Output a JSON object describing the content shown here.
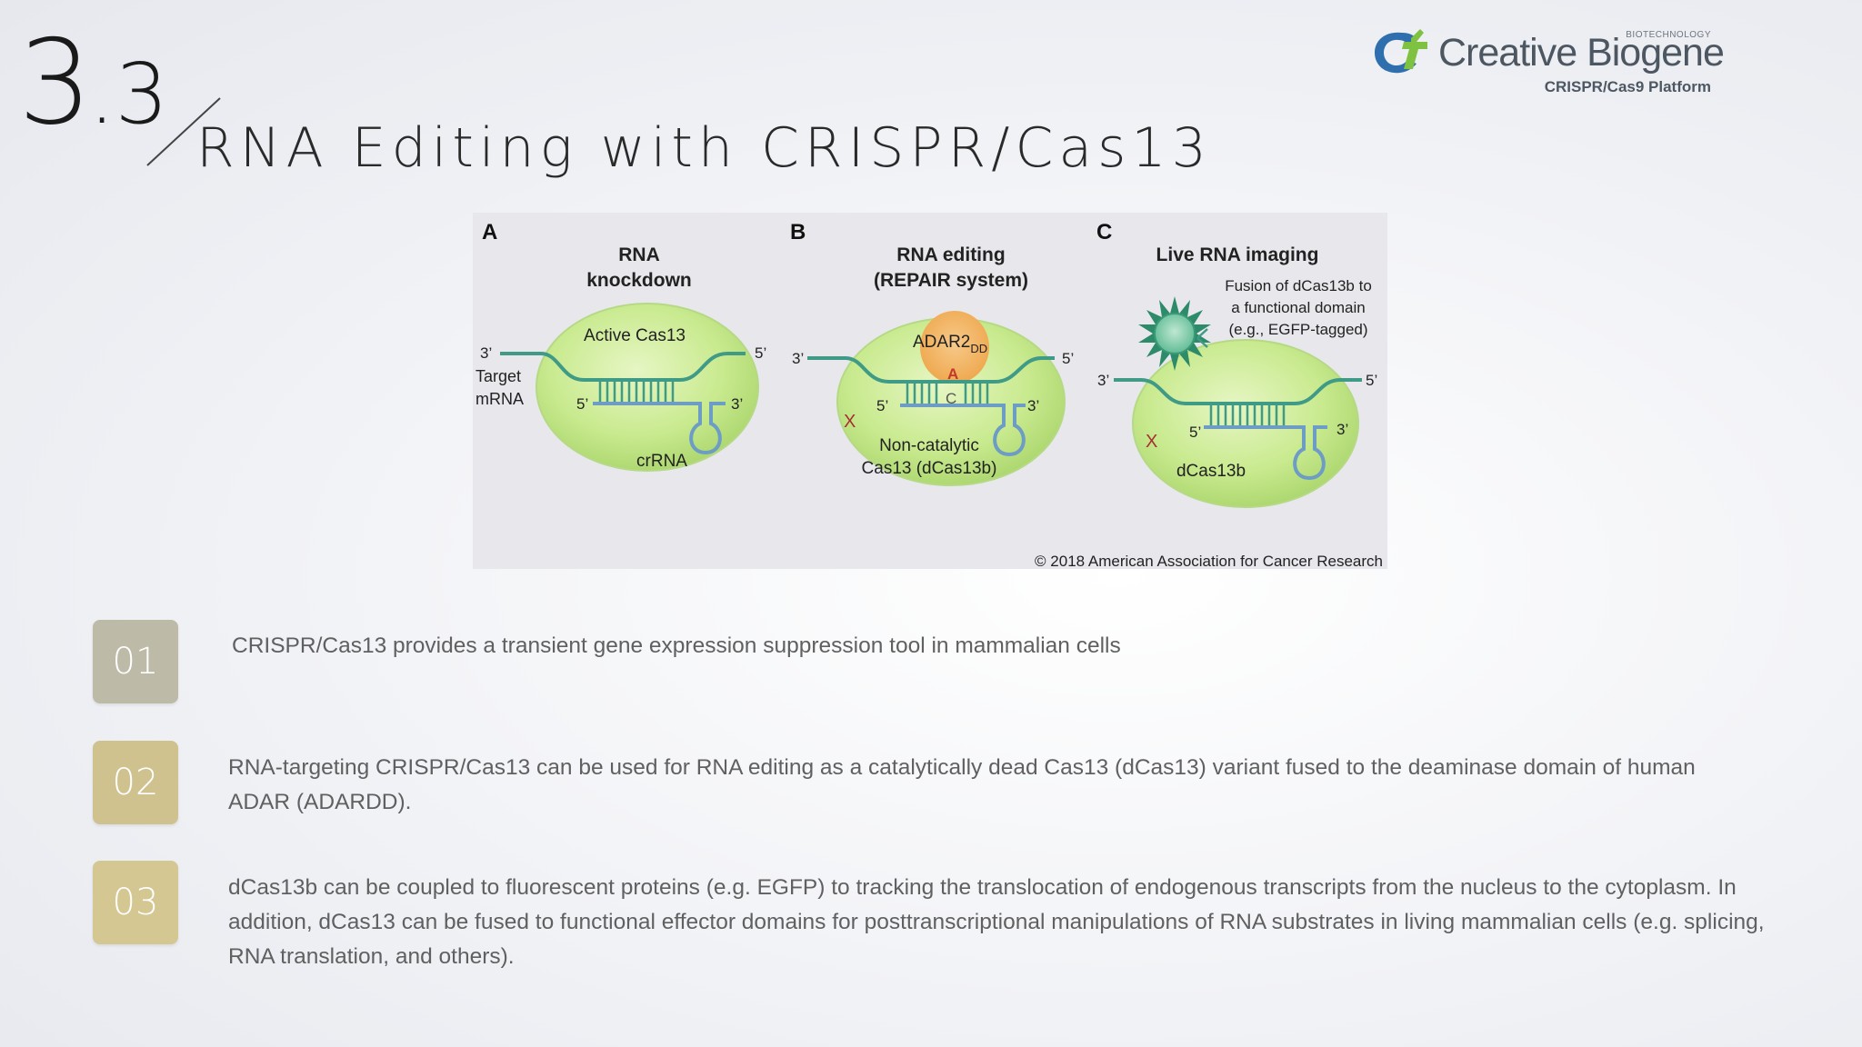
{
  "slide": {
    "section_major": "3",
    "section_minor": ".3",
    "title": "RNA Editing with CRISPR/Cas13"
  },
  "logo": {
    "name": "Creative Biogene",
    "tagline": "BIOTECHNOLOGY",
    "platform": "CRISPR/Cas9 Platform"
  },
  "figure": {
    "panels": [
      {
        "letter": "A",
        "title_line1": "RNA",
        "title_line2": "knockdown",
        "protein_label": "Active Cas13",
        "bottom_label": "crRNA",
        "side_label_1": "Target",
        "side_label_2": "mRNA"
      },
      {
        "letter": "B",
        "title_line1": "RNA editing",
        "title_line2": "(REPAIR system)",
        "enzyme_label": "ADAR2",
        "enzyme_sub": "DD",
        "base_a": "A",
        "base_c": "C",
        "bottom_label_1": "Non-catalytic",
        "bottom_label_2": "Cas13 (dCas13b)"
      },
      {
        "letter": "C",
        "title_line1": "Live RNA imaging",
        "note_line1": "Fusion of dCas13b to",
        "note_line2": "a functional domain",
        "note_line3": "(e.g., EGFP-tagged)",
        "bottom_label": "dCas13b"
      }
    ],
    "end_3": "3’",
    "end_5": "5’",
    "x_mark": "X",
    "copyright": "© 2018 American Association for Cancer Research",
    "colors": {
      "cell_green": "#c5e88a",
      "rna_teal": "#3f9a86",
      "loop_blue": "#6d9cc4",
      "adar_orange": "#f3b55f",
      "x_red": "#a63030"
    }
  },
  "items": [
    {
      "number": "01",
      "text": "CRISPR/Cas13 provides a transient gene expression suppression tool in mammalian cells",
      "color": "#bdbaa8"
    },
    {
      "number": "02",
      "text": "RNA-targeting CRISPR/Cas13 can be used for RNA editing as a catalytically dead Cas13 (dCas13) variant fused to the deaminase domain of human ADAR (ADARDD).",
      "color": "#cfc28f"
    },
    {
      "number": "03",
      "text": "dCas13b can be coupled to fluorescent proteins (e.g. EGFP) to tracking the translocation of endogenous transcripts from the nucleus to the cytoplasm. In addition, dCas13 can be fused to functional effector domains for posttranscriptional manipulations of RNA substrates in living mammalian cells (e.g. splicing, RNA translation, and others).",
      "color": "#d4c792"
    }
  ]
}
